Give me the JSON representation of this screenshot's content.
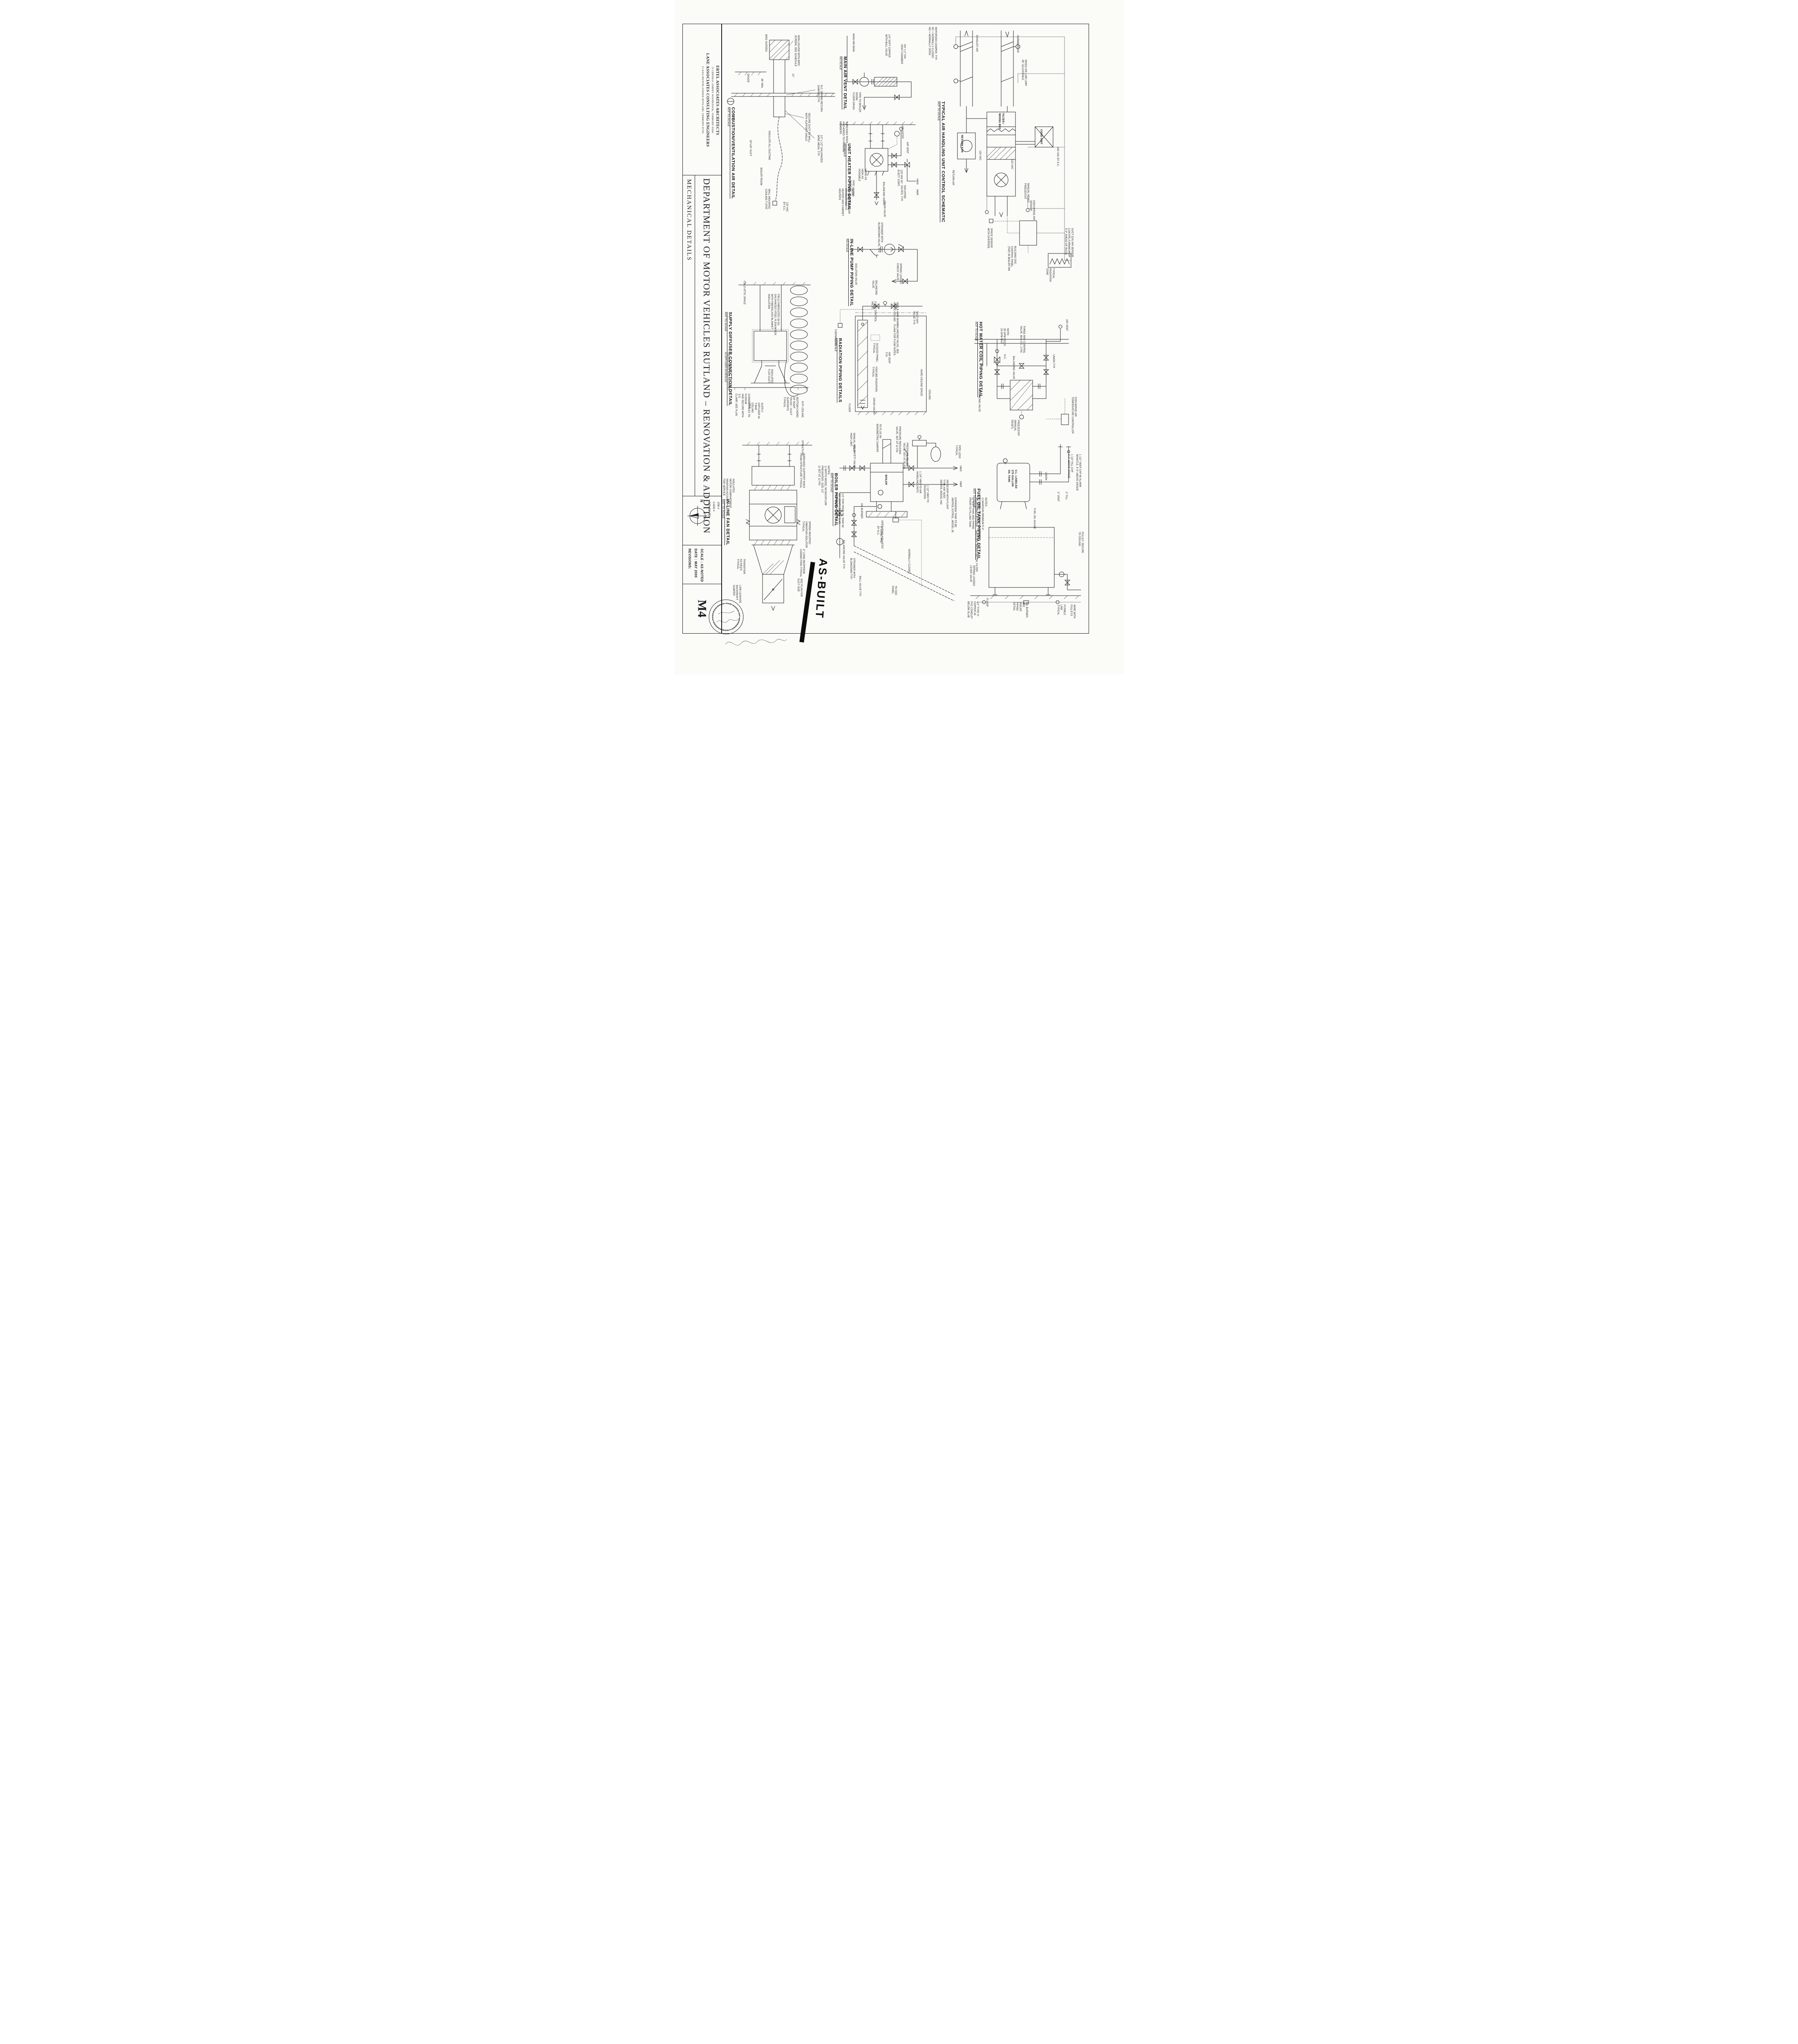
{
  "titleblock": {
    "architect_name": "ERTEL ASSOCIATES ARCHITECTS",
    "architect_address": "15 CENTRAL STREET   WOODSTOCK, VERMONT 05091",
    "engineer_name": "LANE ASSOCIATES CONSULTING ENGINEERS",
    "engineer_address": "51 KILLINGTON AVENUE   RUTLAND, VERMONT 05701",
    "sheet_title": "MECHANICAL DETAILS",
    "project_title": "DEPARTMENT OF MOTOR VEHICLES RUTLAND – RENOVATION & ADDITION",
    "north_label": "N",
    "job_label": "JOB #",
    "cadd_label": "CADD #",
    "drawn_by": "DRN BY:  TDL",
    "scale_note": "SCALE : AS NOTED",
    "date_note": "DATE : MAY 2000",
    "revisions_label": "REVISIONS:",
    "sheet_number": "M4"
  },
  "stamps": {
    "as_built": "AS-BUILT",
    "seal": "THE STATE OF VERMONT • REGISTERED PROFESSIONAL ENGINEER •"
  },
  "details": {
    "combustion": {
      "title": "COMBUSTION/VENTILATION AIR DETAIL",
      "scale": "NOT TO SCALE",
      "labels": [
        "BIRD SCREEN",
        "NON-LOUVER WITH BIRD\nSCREEN, SEE SCHEDULE",
        "GRADE",
        "36\" MIN.",
        "12\"",
        "N.C. SPRING RETURN\nDAMPER, TYP.",
        "SECURE DUCT TO WALL\nWITH SUPPORT ANGLE",
        "1/2\" x 1/2\" GALVANIZED\nWIRE MESH, TYP.",
        "INSULATE ALL DUCTING",
        "18\"x18\" DUCT",
        "BOILER ROOM",
        "WALL MOUNTED\nCOOLING T-STAT",
        "120 VAC\nBY E.C."
      ]
    },
    "main_air_vent": {
      "title": "MAIN AIR VENT DETAIL",
      "scale": "NO SCALE",
      "labels": [
        "MAIN HW MAIN",
        "1/4\" SOFT COPPER\nWITH BALL VALVE",
        "3/4\" x 2\" DIA.\nVENT CHAMBER",
        "PIPE TO BOILER ROOM\nFLOOR DRAIN"
      ]
    },
    "unit_heater": {
      "title": "UNIT HEATER PIPING DETAIL",
      "scale": "NO SCALE",
      "labels": [
        "THREADED RODS\nANCHORED TO FRAMING\nMEMBERS",
        "AQUASTAT",
        "AIR VENT",
        "HANG AS\nHIGH AS\nPOSSIBLE",
        "120 VAC BY\nELECT. CONT.",
        "ISOLATION\nVALVES, TYP.",
        "PIPE UNIONS\nTYPICAL",
        "BALANCING VALVE",
        "HWS",
        "HWR",
        "DRAIN VALVE",
        "NOTE:\nPIPING SIMILAR FOR CRAWLSPACE\nHEATER AND CABINET HEATERS"
      ]
    },
    "ahu": {
      "title": "TYPICAL AIR HANDLING UNIT CONTROL SCHEMATIC",
      "scale": "NOT TO SCALE",
      "labels": [
        "MOTORIZED DAMPER, TYP.\nNC = NORMALLY CLOSED\nNO = NORMALLY OPEN",
        "EXHAUST AIR",
        "OUTDOOR AIR",
        "MIXED AIR LOW LIMIT\n45° ADJUSTABLE",
        "RETURN FAN",
        "FILTER /\nMIXING BOX",
        "RETURN AIR",
        "120 VAC",
        "COND UNIT",
        "240 VAC BY E.C.",
        "MANUAL RESET\nFREEZESTAT",
        "DISCHARGE AIR\nSENSOR",
        "SPACE SENSOR\nWITH OVERRIDE",
        "BUILDING DDC\nCONTROL PANEL\n(TOP) IN BOILER RM",
        "TYPICAL\nRADIATION ZONE",
        "DUCT (DX) AIR SENSOR\n(LOCATE A MINIMUM OF\n3'-0\" AHEAD OF BULB)",
        "120 VAC"
      ]
    },
    "inline_pump": {
      "title": "IN-LINE PUMP PIPING DETAIL",
      "scale": "NO SCALE",
      "labels": [
        "STRAINER WITH\nBLOWDOWN VALVE, TYP.",
        "ISOLATION VALVE",
        "SPRING LOADED\nCHECK VALVE",
        "BALANCING\nVALVE"
      ]
    },
    "supply_diffuser": {
      "title": "SUPPLY DIFFUSER CONNECTION DETAIL",
      "scale": "NOT TO SCALE",
      "labels": [
        "COLD ATTIC SPACE",
        "SQUARE NECK SIZE AS LISTED\nIN DIFFUSER SCHEDULE",
        "FIELD FABRICATED 26 GA.\nGALVANIZED STEEL PLENUM BOX\nWITH FIBERGLASS BLANKET\nINSULATION",
        "BOTTOM CHORD OF ROOF\nTRUSS – DUCT SUPPORTS\nTYPICAL",
        "CONNECT FLEX TO PLENUM\nAND SECURE WITH S.S.\nCLAMP, SEE PLAN",
        "INSULATED\nFLEX DUCT",
        "SUPPLY DIFFUSER IN\nT-BAR CEILING GRID",
        "GYP. CEILING"
      ]
    },
    "radiation": {
      "title": "RADIATION PIPING DETAILS",
      "scale": "NO SCALE",
      "labels": [
        "2-WAY CONTROL\nVALVE",
        "HWS & HWR MAINS\nABOVE CEILING",
        "SHUT-OFF\nVALVE TYP.",
        "THERMOSTAT",
        "BALANCING VALVE, SEE\nPLANS FOR FLOW RATES",
        "ACCESS PANEL\nTYPICAL",
        "AIR VENT\nTYP.",
        "FINTUBE RADIATION\nTYPICAL",
        "HARD CEILING SPACE",
        "CEILING",
        "DRAIN VALVE",
        "FLOOR"
      ]
    },
    "hw_coil": {
      "title": "HOT WATER COIL PIPING DETAIL",
      "scale": "NOT TO SCALE",
      "labels": [
        "AIR VENT",
        "NOTE:\n35 GPM REQ'D\n23 GPM MAX",
        "THREE WAY CONTROL\nVALVE, MAX P.D. 2 PSI",
        "N.C.",
        "UNION TYP.",
        "BALANCING VALVE",
        "FREEZESTAT\n(MANUAL RESET)",
        "DISCHARGE AIR\nTEMPERATURE CONTROLLER",
        "BALANCING VALVE"
      ]
    },
    "inline_fan": {
      "title": "IN-LINE FAN DETAIL",
      "scale": "NOT TO SCALE",
      "labels": [
        "STRUCTURE",
        "THREADED SUPPORT RODS\nFROM STRUCTURE TYPICAL",
        "INSULATED\nMOTOR COMPARTMENT\nMAINTAIN ACCESS\nFOR SERVICE",
        "SPRING MOUNTED\nVIBRATION ISOLATOR\nTYPICAL",
        "4\" LONG NEOPRENE\nCONNECTION TYPICAL",
        "TRANSITION\nAS REQ'D\nTYPICAL",
        "LOW LEAKAGE\nBACKDRAFT DAMPER",
        "SEE PLAN FOR\nDUCT SIZE"
      ]
    },
    "boiler": {
      "title": "BOILER PIPING DETAIL",
      "scale": "NOT TO SCALE",
      "labels": [
        "TO FLUE W/\nBAROMETRIC DAMPER",
        "MANUAL RESET\nHIGH LIMIT",
        "PRESSURE REDUCING\nVALVE, SET AT 12 PSI",
        "PRESSURE RELIEF\nVALVE, SET AT 30 PSI",
        "OPERATING AQUASTAT",
        "OIL SAFETY VALVE",
        "OIL BURNER",
        "4\" CONC. PAD\nBY G.C.",
        "1 1/4\" HWS TO AIR\nHANDLING UNITS",
        "1 1/2\" HWS TO\nRADIATION",
        "AIR SCOOP WITH FLOAT\nTYPE AIR VENT,\nAMTROL MODEL 443",
        "EXPANSION TANK TO BE\nAMTROL EXTROL, MODEL 30",
        "NOTES:\n1) WATTS MODEL N9 BACKFLOW\nPREVENTER, SIZE 1/2\"\n2) SET AT 12 PSI",
        "1/2\" FOR FROM OIL TANK W/\nNO JOINTS BELOW SLAB,\nSEE OIL TANK DETAIL",
        "BALANCING VALVE TYP.",
        "STRAINER WITH\nBLOWDOWN TYP.",
        "BALL VALVE TYP.",
        "NORMALLY CLOSED",
        "TO DDC\nPANEL",
        "PIPE LEGS\nTYPICAL",
        "BOILER",
        "HWS",
        "HWR"
      ]
    },
    "fuel_oil_tank": {
      "title": "FUEL OIL TANK PIPING DETAIL",
      "scale": "NOT TO SCALE",
      "labels": [
        "U.L. LABELED\n275 GALLON\nOIL TANK",
        "FUEL OIL GAUGE",
        "2\" VENT",
        "2\" FILL",
        "UNION",
        "SHUT-OFF VALVE",
        "FUEL OIL FILTER",
        "SPRING LOADED\nLEVER VALVE",
        "NOTES:\n1) MAINTAIN MINIMUM 5'-0\"\nBETWEEN OIL TANK AND BURNER\nAS REQUIRED BY CODE.\n2) TEST TANK AND PIPING\nPRIOR TO FILLING TANK.",
        "1 1/2\" FILL CAP\n3'-0\" ABOVE GRADE",
        "1 1/2\" VENT CAP W/ ALARM\nWHISTLE, 3'-0\" ABOVE GRADE",
        "PULLEY, SECURE\nTO CEILING",
        "FUSIBLE LINK\nTYPICAL",
        "WIRE WITH\nPULLEYS",
        "OIL BURNER, SEE\nBOILER PIPING DETAIL",
        "FLOOR",
        "1/2\" TYPE 'K' COPPER IN\nPVC CONDUIT BELOW SLAB"
      ]
    }
  }
}
